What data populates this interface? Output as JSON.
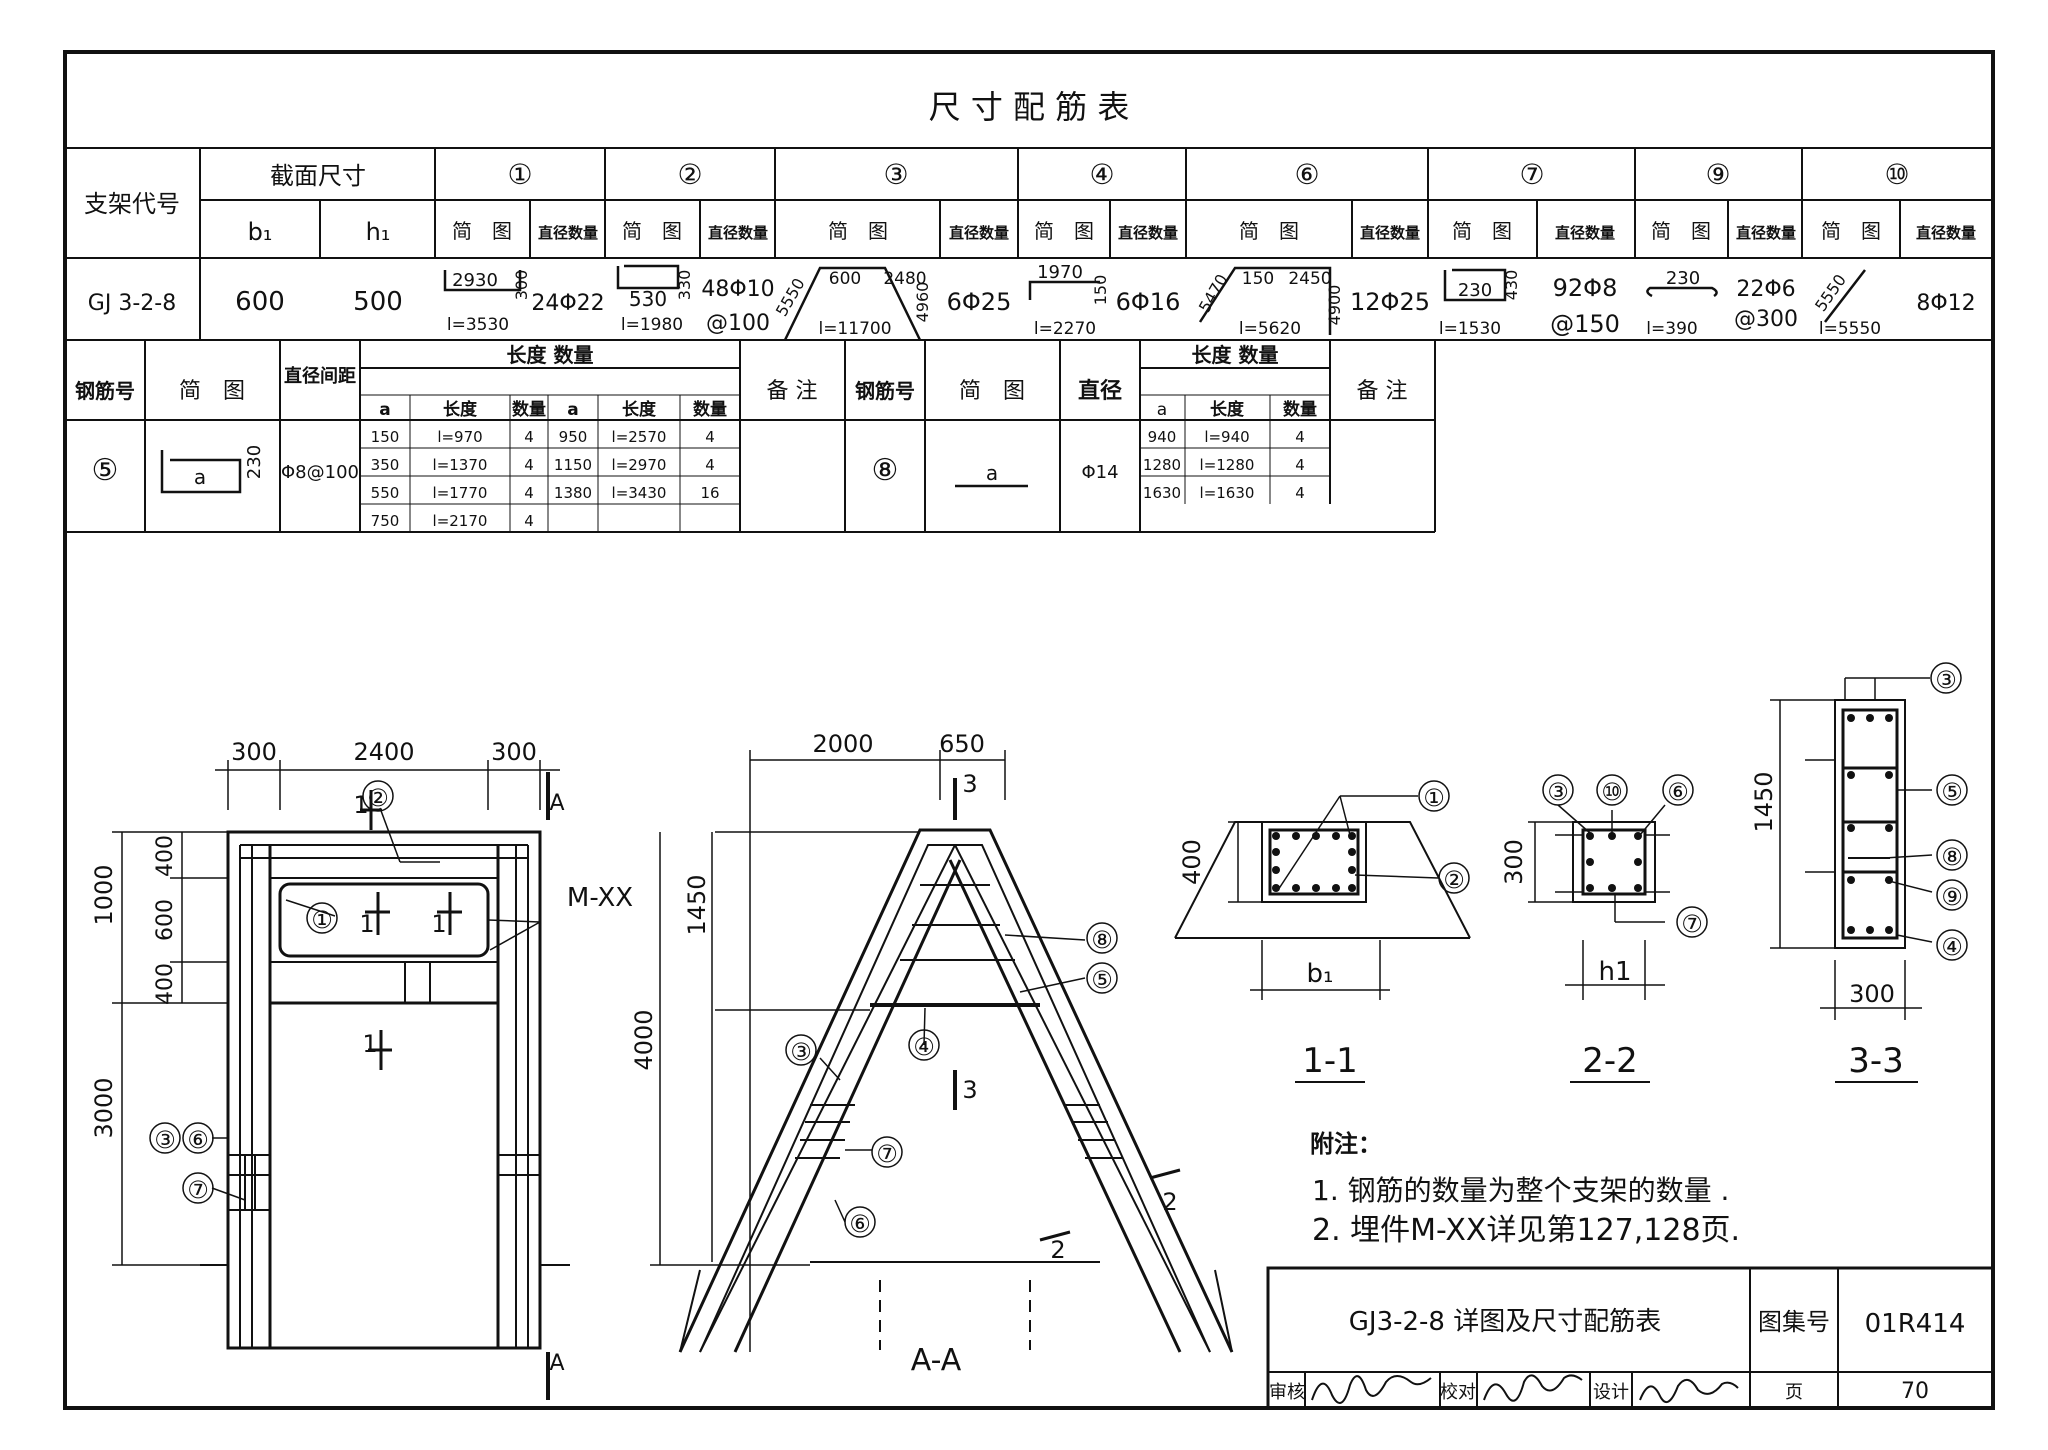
{
  "title": "尺 寸 配 筋 表",
  "table1": {
    "hdr_code": "支架代号",
    "hdr_section": "截面尺寸",
    "hdr_b1": "b₁",
    "hdr_h1": "h₁",
    "hdr_sketch": "简　图",
    "hdr_dia": "直径数量",
    "groups": [
      "①",
      "②",
      "③",
      "④",
      "⑥",
      "⑦",
      "⑨",
      "⑩"
    ],
    "row": {
      "code": "GJ 3-2-8",
      "b1": "600",
      "h1": "500",
      "c1": {
        "a": "2930",
        "b": "300",
        "l": "l=3530",
        "d": "24Φ22"
      },
      "c2": {
        "a": "530",
        "b": "330",
        "l": "l=1980",
        "d1": "48Φ10",
        "d2": "@100"
      },
      "c3": {
        "a": "600",
        "b": "2480",
        "c": "5550",
        "e": "4960",
        "l": "l=11700",
        "d": "6Φ25"
      },
      "c4": {
        "a": "1970",
        "b": "150",
        "l": "l=2270",
        "d": "6Φ16"
      },
      "c6": {
        "a": "150",
        "b": "2450",
        "c": "5470",
        "e": "4900",
        "l": "l=5620",
        "d": "12Φ25"
      },
      "c7": {
        "a": "230",
        "b": "430",
        "l": "l=1530",
        "d1": "92Φ8",
        "d2": "@150"
      },
      "c9": {
        "a": "230",
        "l": "l=390",
        "d1": "22Φ6",
        "d2": "@300"
      },
      "c10": {
        "a": "5550",
        "l": "l=5550",
        "d": "8Φ12"
      }
    }
  },
  "table2": {
    "hdr_bar": "钢筋号",
    "hdr_sketch": "简　图",
    "hdr_dia_sp": "直径间距",
    "hdr_lenqty": "长度 数量",
    "hdr_a": "a",
    "hdr_len": "长度",
    "hdr_qty": "数量",
    "hdr_note": "备 注",
    "hdr_dia": "直径",
    "bar5": {
      "no": "⑤",
      "a": "a",
      "dim": "230",
      "dia": "Φ8@100",
      "rows": [
        [
          "150",
          "l=970",
          "4",
          "950",
          "l=2570",
          "4"
        ],
        [
          "350",
          "l=1370",
          "4",
          "1150",
          "l=2970",
          "4"
        ],
        [
          "550",
          "l=1770",
          "4",
          "1380",
          "l=3430",
          "16"
        ],
        [
          "750",
          "l=2170",
          "4",
          "",
          "",
          ""
        ]
      ]
    },
    "bar8": {
      "no": "⑧",
      "a": "a",
      "dia": "Φ14",
      "rows": [
        [
          "940",
          "l=940",
          "4"
        ],
        [
          "1280",
          "l=1280",
          "4"
        ],
        [
          "1630",
          "l=1630",
          "4"
        ]
      ]
    }
  },
  "elevation": {
    "dims_top": [
      "300",
      "2400",
      "300"
    ],
    "dims_left": [
      "1000",
      "400",
      "600",
      "400",
      "3000"
    ],
    "mxx": "M-XX",
    "sec1": "1",
    "secA": "A",
    "markers": [
      "②",
      "①",
      "③",
      "⑥",
      "⑦"
    ]
  },
  "section_aa": {
    "dims_top": [
      "2000",
      "650"
    ],
    "dims_left": [
      "1450",
      "4000"
    ],
    "sec3": "3",
    "sec2": "2",
    "label": "A-A",
    "markers": [
      "⑧",
      "⑤",
      "④",
      "③",
      "⑦",
      "⑥"
    ]
  },
  "sec11": {
    "label": "1-1",
    "h": "400",
    "b": "b₁",
    "markers": [
      "①",
      "②"
    ]
  },
  "sec22": {
    "label": "2-2",
    "h": "300",
    "b": "h1",
    "markers": [
      "③",
      "⑩",
      "⑥",
      "⑦"
    ]
  },
  "sec33": {
    "label": "3-3",
    "h": "1450",
    "b": "300",
    "markers": [
      "③",
      "⑤",
      "⑧",
      "⑨",
      "④"
    ]
  },
  "notes": {
    "head": "附注：",
    "n1": "1. 钢筋的数量为整个支架的数量 .",
    "n2": "2. 埋件M-XX详见第127,128页."
  },
  "titleblock": {
    "name": "GJ3-2-8 详图及尺寸配筋表",
    "atlas_label": "图集号",
    "atlas": "01R414",
    "review": "审核",
    "check": "校对",
    "design": "设计",
    "page_label": "页",
    "page": "70"
  }
}
